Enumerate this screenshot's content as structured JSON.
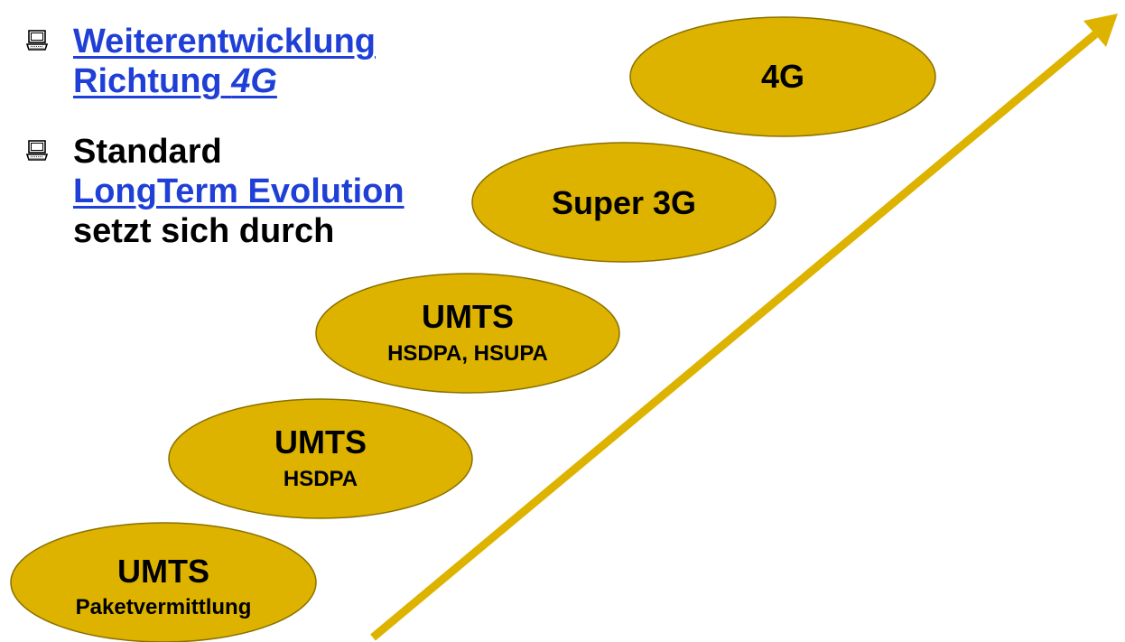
{
  "bullets": [
    {
      "icon": "computer-icon",
      "lines": [
        {
          "parts": [
            {
              "text": "Weiterentwicklung",
              "link": true
            }
          ]
        },
        {
          "parts": [
            {
              "text": "Richtung ",
              "link": true
            },
            {
              "text": "4G",
              "link": true,
              "italic": true
            }
          ]
        }
      ]
    },
    {
      "icon": "computer-icon",
      "lines": [
        {
          "parts": [
            {
              "text": "Standard",
              "link": false
            }
          ]
        },
        {
          "parts": [
            {
              "text": "LongTerm Evolution",
              "link": true
            }
          ]
        },
        {
          "parts": [
            {
              "text": "setzt sich durch",
              "link": false
            }
          ]
        }
      ]
    }
  ],
  "stages": [
    {
      "title": "UMTS",
      "subtitle": "Paketvermittlung"
    },
    {
      "title": "UMTS",
      "subtitle": "HSDPA"
    },
    {
      "title": "UMTS",
      "subtitle": "HSDPA, HSUPA"
    },
    {
      "title": "Super 3G",
      "subtitle": ""
    },
    {
      "title": "4G",
      "subtitle": ""
    }
  ],
  "colors": {
    "ellipse_fill": "#DDB300",
    "ellipse_stroke": "#8A7000",
    "arrow": "#DDB300",
    "link": "#1F3FD6",
    "text": "#000000"
  }
}
